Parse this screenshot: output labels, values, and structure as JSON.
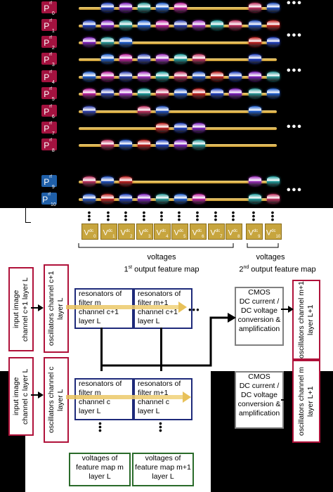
{
  "port_labels": [
    {
      "name": "P",
      "sub": "0",
      "sup": "rf"
    },
    {
      "name": "P",
      "sub": "1",
      "sup": "rf"
    },
    {
      "name": "P",
      "sub": "2",
      "sup": "rf"
    },
    {
      "name": "P",
      "sub": "3",
      "sup": "rf"
    },
    {
      "name": "P",
      "sub": "4",
      "sup": "rf"
    },
    {
      "name": "P",
      "sub": "5",
      "sup": "rf"
    },
    {
      "name": "P",
      "sub": "6",
      "sup": "rf"
    },
    {
      "name": "P",
      "sub": "7",
      "sup": "rf"
    },
    {
      "name": "P",
      "sub": "8",
      "sup": "rf"
    },
    {
      "name": "P",
      "sub": "9",
      "sup": "rf"
    },
    {
      "name": "P",
      "sub": "10",
      "sup": "rf"
    }
  ],
  "voltage_labels": [
    {
      "name": "V",
      "sub": "0",
      "sup": "dc"
    },
    {
      "name": "V",
      "sub": "1",
      "sup": "dc"
    },
    {
      "name": "V",
      "sub": "2",
      "sup": "dc"
    },
    {
      "name": "V",
      "sub": "3",
      "sup": "dc"
    },
    {
      "name": "V",
      "sub": "4",
      "sup": "dc"
    },
    {
      "name": "V",
      "sub": "5",
      "sup": "dc"
    },
    {
      "name": "V",
      "sub": "6",
      "sup": "dc"
    },
    {
      "name": "V",
      "sub": "7",
      "sup": "dc"
    },
    {
      "name": "V",
      "sub": "8",
      "sup": "dc"
    },
    {
      "name": "V",
      "sub": "9",
      "sup": "dc"
    },
    {
      "name": "V",
      "sub": "10",
      "sup": "dc"
    }
  ],
  "colors": {
    "port_magenta": "#a3123f",
    "port_blue": "#1f5fa8",
    "bar_gold": "#d9ad45",
    "red_box": "#b0123a",
    "blue_box": "#1e2a7a",
    "green_box": "#2a6b2a"
  },
  "ellipsis": "•••",
  "voltages_label": "voltages",
  "map1_label_pre": "1",
  "map1_label_sup": "st",
  "map1_label_post": " output feature map",
  "map2_label_pre": "2",
  "map2_label_sup": "nd",
  "map2_label_post": " output feature map",
  "input_top": "input image\nchannel c+1 layer L",
  "input_bottom": "input image\nchannel c layer L",
  "osc_top": "oscillators channel c+1\nlayer L",
  "osc_bottom": "oscillators channel c\nlayer L",
  "res_m_top": "resonators of\nfilter m\nchannel c+1\nlayer L",
  "res_m1_top": "resonators of\nfilter m+1\nchannel c+1\nlayer L",
  "res_m_bottom": "resonators of\nfilter m\nchannel c\nlayer L",
  "res_m1_bottom": "resonators of\nfilter m+1\nchannel c\nlayer L",
  "cmos_top": "CMOS\nDC current /\nDC voltage\nconversion &\namplification",
  "cmos_bottom": "CMOS\nDC current /\nDC voltage\nconversion &\namplification",
  "osc_out_top": "oscillators channel m+1\nlayer L+1",
  "osc_out_bottom": "oscillators channel m\nlayer L+1",
  "feat_m": "voltages of\nfeature map m\nlayer L",
  "feat_m1": "voltages of\nfeature map m+1\nlayer L"
}
